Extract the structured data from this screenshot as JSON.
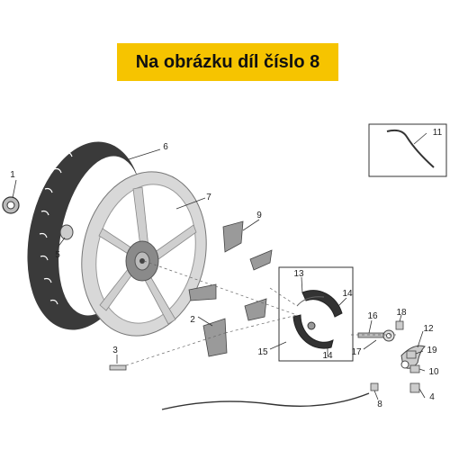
{
  "banner": {
    "text": "Na obrázku díl číslo 8",
    "color": "#f6c400"
  },
  "part_labels": [
    "1",
    "2",
    "3",
    "4",
    "5",
    "6",
    "7",
    "8",
    "9",
    "10",
    "11",
    "12",
    "13",
    "14",
    "14",
    "15",
    "16",
    "17",
    "18",
    "19"
  ],
  "colors": {
    "line": "#333333",
    "tire": "#3a3a3a",
    "rim": "#d8d8d8",
    "hub": "#777777",
    "shoe": "#9a9a9a"
  }
}
